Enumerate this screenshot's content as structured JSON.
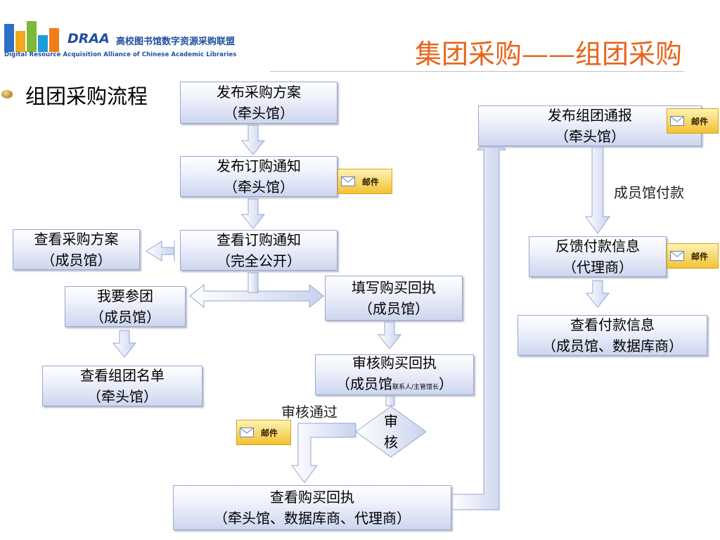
{
  "header": {
    "logo_main": "DRAA",
    "logo_cn": "高校图书馆数字资源采购联盟",
    "logo_en": "Digital Resource Acquisition Alliance of Chinese Academic Libraries",
    "title": "集团采购——组团采购"
  },
  "subtitle": "组团采购流程",
  "boxes": {
    "publish_plan": {
      "line1": "发布采购方案",
      "line2": "（牵头馆）"
    },
    "publish_order": {
      "line1": "发布订购通知",
      "line2": "（牵头馆）"
    },
    "view_order": {
      "line1": "查看订购通知",
      "line2": "（完全公开）"
    },
    "view_plan": {
      "line1": "查看采购方案",
      "line2": "（成员馆）"
    },
    "join_group": {
      "line1": "我要参团",
      "line2": "（成员馆）"
    },
    "view_list": {
      "line1": "查看组团名单",
      "line2": "（牵头馆）"
    },
    "fill_receipt": {
      "line1": "填写购买回执",
      "line2": "（成员馆）"
    },
    "review_receipt": {
      "line1": "审核购买回执",
      "line2_main": "（成员馆",
      "line2_small": "联系人/主管馆长",
      "line2_end": "）"
    },
    "view_receipt": {
      "line1": "查看购买回执",
      "line2": "（牵头馆、数据库商、代理商）"
    },
    "publish_report": {
      "line1": "发布组团通报",
      "line2": "（牵头馆）"
    },
    "feedback_payment": {
      "line1": "反馈付款信息",
      "line2": "（代理商）"
    },
    "view_payment": {
      "line1": "查看付款信息",
      "line2": "（成员馆、数据库商）"
    }
  },
  "diamond": {
    "line1": "审",
    "line2": "核"
  },
  "labels": {
    "review_passed": "审核通过",
    "member_payment": "成员馆付款"
  },
  "mail_label": "邮件",
  "colors": {
    "title": "#e8641b",
    "logo": "#1f4fa0",
    "box_border": "#9aa6cf",
    "mail_bg": "#f2c233"
  }
}
